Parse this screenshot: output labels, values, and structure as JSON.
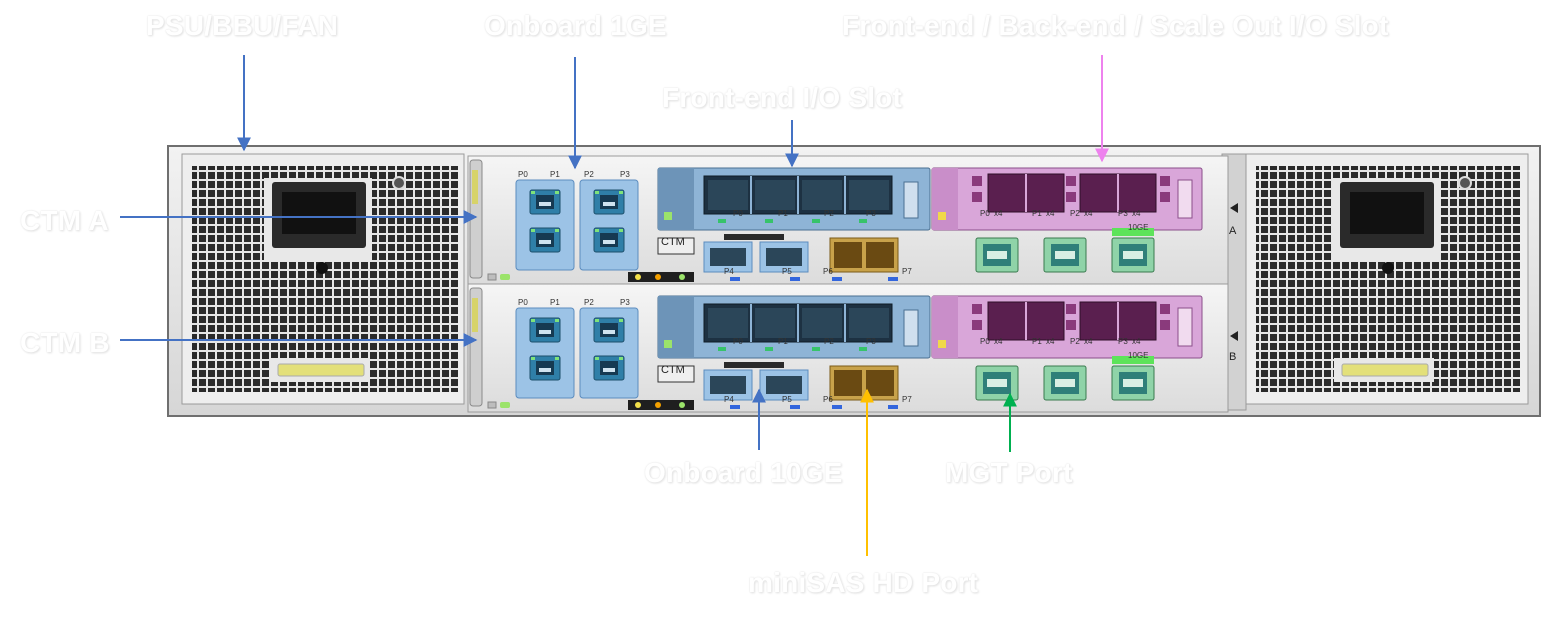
{
  "labels": {
    "psu": "PSU/BBU/FAN",
    "onboard_1ge": "Onboard 1GE",
    "frontend_backend": "Front-end / Back-end / Scale Out I/O Slot",
    "frontend_io": "Front-end I/O Slot",
    "ctm_a": "CTM A",
    "ctm_b": "CTM B",
    "onboard_10ge": "Onboard 10GE",
    "mgt_port": "MGT Port",
    "minisas": "miniSAS HD Port"
  },
  "panel": {
    "ctm": "CTM",
    "ctrl_a": "A",
    "ctrl_b": "B",
    "p0": "P0",
    "p1": "P1",
    "p2": "P2",
    "p3": "P3",
    "p4": "P4",
    "p5": "P5",
    "p6": "P6",
    "p7": "P7",
    "p0x4": "P0",
    "p1x4": "P1",
    "p2x4": "P2",
    "p3x4": "P3",
    "x4": "x4",
    "port_speed": "10GE"
  },
  "colors": {
    "arrow_blue": "#4472c4",
    "arrow_pink": "#ee82ee",
    "arrow_gold": "#ffc000",
    "arrow_green": "#00b050",
    "io_blue": "#8eb4d6",
    "io_pink": "#d9a6d9",
    "mgt_green": "#8fd3a8",
    "port_blue": "#9cc3e6"
  }
}
